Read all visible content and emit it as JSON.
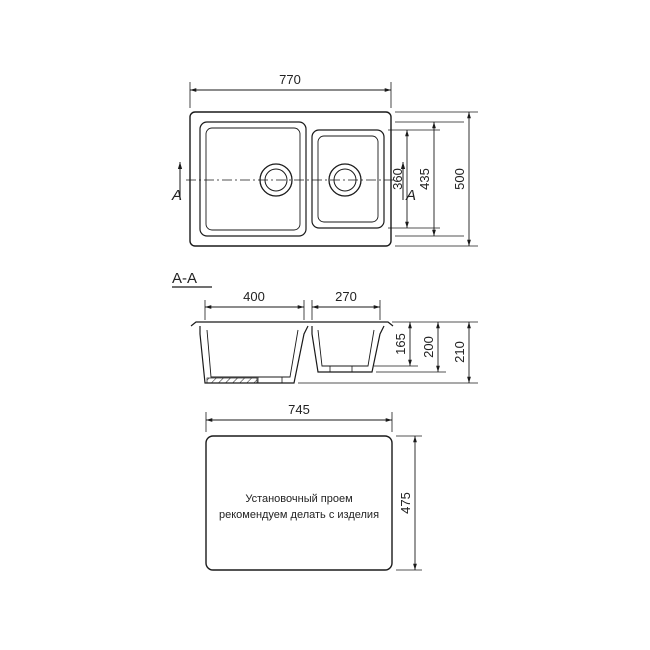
{
  "top_view": {
    "width_label": "770",
    "depth_labels": [
      "360",
      "435",
      "500"
    ],
    "section_marker": "A"
  },
  "section_view": {
    "title": "A-A",
    "bowl_widths": [
      "400",
      "270"
    ],
    "heights": [
      "165",
      "200",
      "210"
    ]
  },
  "cutout_view": {
    "width_label": "745",
    "height_label": "475",
    "note_lines": [
      "Установочный проем",
      "рекомендуем делать с изделия"
    ]
  },
  "colors": {
    "line": "#1a1a1a",
    "text": "#222222",
    "background": "#ffffff"
  }
}
